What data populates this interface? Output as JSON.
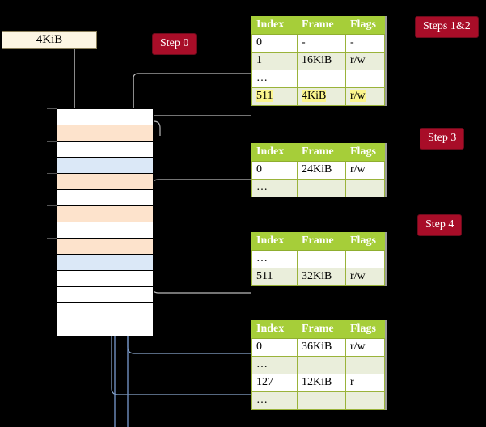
{
  "diagram": {
    "title": "multi-level page table walk",
    "colors": {
      "badge_bg": "#a80d28",
      "table_header_bg": "#a6ce39",
      "table_alt_row_bg": "#eaeedb",
      "highlight": "#fbf58d",
      "memory_peach": "#fde3cc",
      "memory_blue": "#dbe8f7",
      "wire_gray": "#b9b9b9",
      "wire_blue": "#8aa7cc",
      "arrow_gray": "#cfcfcf",
      "arrow_blue": "#4a6fa5",
      "kib_box_bg": "#fdf6e3"
    }
  },
  "page_size_box": {
    "label": "4KiB"
  },
  "badges": [
    {
      "id": "step0",
      "label": "Step 0"
    },
    {
      "id": "steps12",
      "label": "Steps 1&2"
    },
    {
      "id": "step3",
      "label": "Step 3"
    },
    {
      "id": "step4",
      "label": "Step 4"
    }
  ],
  "tables": {
    "columns": [
      "Index",
      "Frame",
      "Flags"
    ],
    "level1": {
      "rows": [
        {
          "index": "0",
          "frame": "-",
          "flags": "-",
          "style": "plain",
          "highlight": false
        },
        {
          "index": "1",
          "frame": "16KiB",
          "flags": "r/w",
          "style": "alt",
          "highlight": false
        },
        {
          "index": "…",
          "frame": "",
          "flags": "",
          "style": "plain",
          "highlight": false
        },
        {
          "index": "511",
          "frame": "4KiB",
          "flags": "r/w",
          "style": "alt",
          "highlight": true
        }
      ]
    },
    "level2a": {
      "rows": [
        {
          "index": "0",
          "frame": "24KiB",
          "flags": "r/w",
          "style": "plain",
          "highlight": false
        },
        {
          "index": "…",
          "frame": "",
          "flags": "",
          "style": "alt",
          "highlight": false
        }
      ]
    },
    "level2b": {
      "rows": [
        {
          "index": "…",
          "frame": "",
          "flags": "",
          "style": "plain",
          "highlight": false
        },
        {
          "index": "511",
          "frame": "32KiB",
          "flags": "r/w",
          "style": "alt",
          "highlight": false
        }
      ]
    },
    "level3": {
      "rows": [
        {
          "index": "0",
          "frame": "36KiB",
          "flags": "r/w",
          "style": "plain",
          "highlight": false
        },
        {
          "index": "…",
          "frame": "",
          "flags": "",
          "style": "alt",
          "highlight": false
        },
        {
          "index": "127",
          "frame": "12KiB",
          "flags": "r",
          "style": "plain",
          "highlight": false
        },
        {
          "index": "…",
          "frame": "",
          "flags": "",
          "style": "alt",
          "highlight": false
        }
      ]
    }
  },
  "memory_column": {
    "rows": [
      {
        "fill": "white"
      },
      {
        "fill": "peach"
      },
      {
        "fill": "white"
      },
      {
        "fill": "blue"
      },
      {
        "fill": "peach"
      },
      {
        "fill": "white"
      },
      {
        "fill": "peach"
      },
      {
        "fill": "white"
      },
      {
        "fill": "peach"
      },
      {
        "fill": "blue"
      },
      {
        "fill": "white"
      },
      {
        "fill": "white"
      },
      {
        "fill": "white"
      },
      {
        "fill": "white"
      }
    ]
  }
}
